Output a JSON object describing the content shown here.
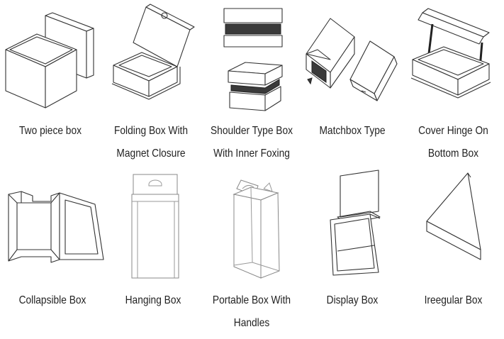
{
  "items": [
    {
      "line1": "Two piece box",
      "line2": ""
    },
    {
      "line1": "Folding Box With",
      "line2": "Magnet Closure"
    },
    {
      "line1": "Shoulder Type Box",
      "line2": "With Inner Foxing"
    },
    {
      "line1": "Matchbox Type",
      "line2": ""
    },
    {
      "line1": "Cover Hinge On",
      "line2": "Bottom Box"
    },
    {
      "line1": "Collapsible Box",
      "line2": ""
    },
    {
      "line1": "Hanging Box",
      "line2": ""
    },
    {
      "line1": "Portable Box With",
      "line2": "Handles"
    },
    {
      "line1": "Display Box",
      "line2": ""
    },
    {
      "line1": "Ireegular Box",
      "line2": ""
    }
  ]
}
